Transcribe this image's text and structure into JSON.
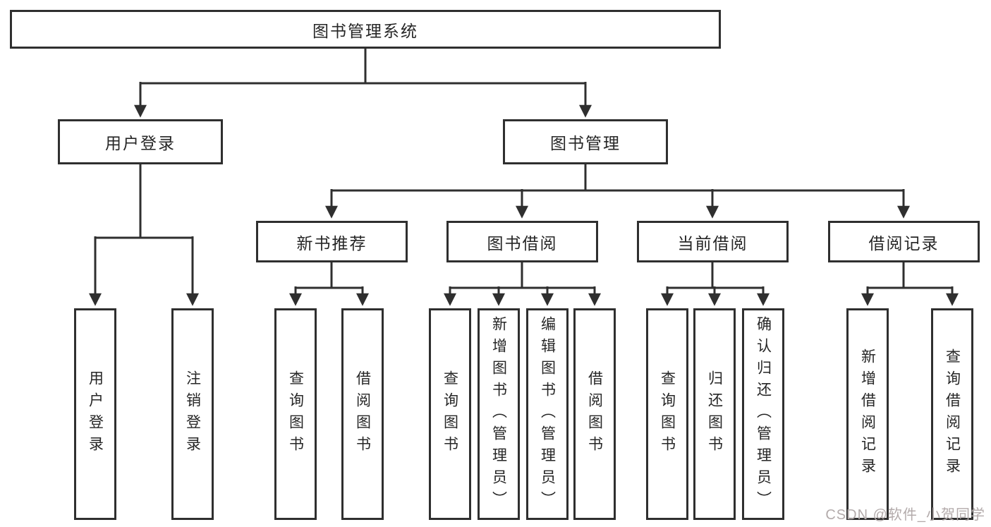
{
  "diagram": {
    "root": {
      "label": "图书管理系统"
    },
    "branches": [
      {
        "label": "用户登录",
        "children": [
          {
            "label": "用户登录"
          },
          {
            "label": "注销登录"
          }
        ]
      },
      {
        "label": "图书管理",
        "children": [
          {
            "label": "新书推荐",
            "children": [
              {
                "label": "查询图书"
              },
              {
                "label": "借阅图书"
              }
            ]
          },
          {
            "label": "图书借阅",
            "children": [
              {
                "label": "查询图书"
              },
              {
                "label": "新增图书（管理员）"
              },
              {
                "label": "编辑图书（管理员）"
              },
              {
                "label": "借阅图书"
              }
            ]
          },
          {
            "label": "当前借阅",
            "children": [
              {
                "label": "查询图书"
              },
              {
                "label": "归还图书"
              },
              {
                "label": "确认归还（管理员）"
              }
            ]
          },
          {
            "label": "借阅记录",
            "children": [
              {
                "label": "新增借阅记录"
              },
              {
                "label": "查询借阅记录"
              }
            ]
          }
        ]
      }
    ]
  },
  "watermark": {
    "text": "CSDN @软件_小贺同学",
    "color": "#b3abab"
  },
  "colors": {
    "line": "#2f2f2f",
    "box_border": "#2f2f2f",
    "text": "#262626",
    "background": "#ffffff"
  }
}
